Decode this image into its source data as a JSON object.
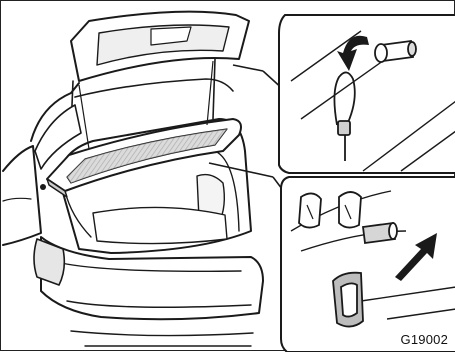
{
  "figure": {
    "code": "G19002",
    "colors": {
      "ink": "#1a1a1a",
      "shade": "#b9b9b9",
      "light": "#e6e6e6",
      "paper": "#ffffff"
    },
    "icons": [
      "cargo-cover-panel",
      "hatchback-door",
      "hook-detail",
      "latch-detail",
      "rotate-arrow-icon",
      "insert-arrow-icon"
    ]
  }
}
